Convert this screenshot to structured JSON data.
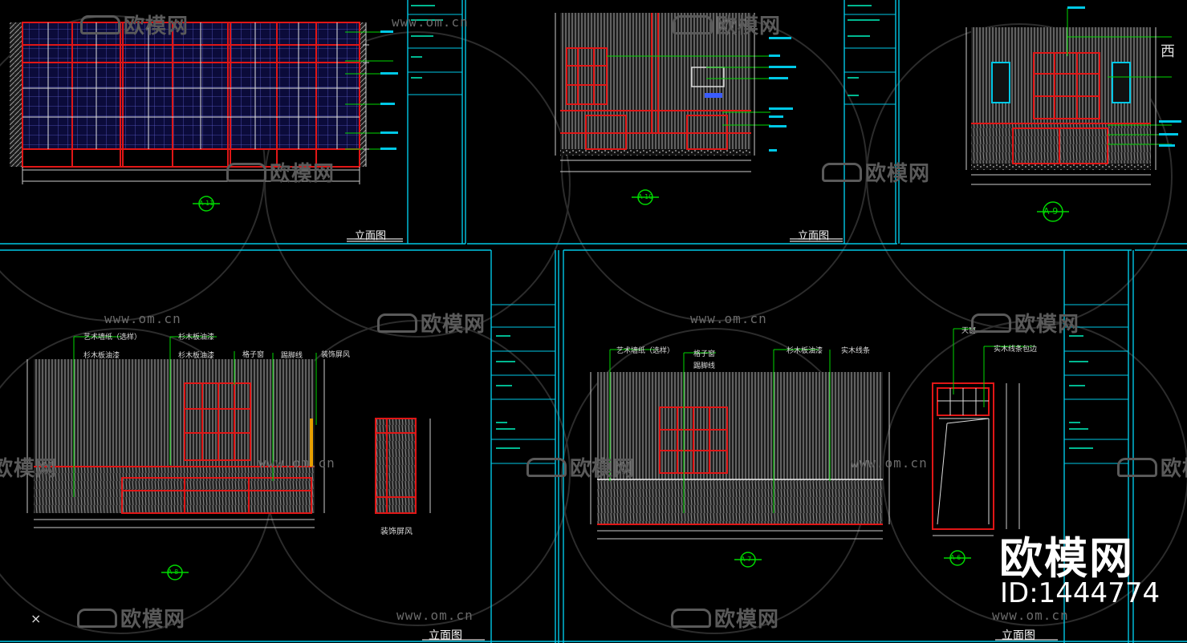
{
  "sheets": {
    "title": "立面图"
  },
  "elevation_tags": [
    "A-11",
    "A-10",
    "A-9",
    "A-8",
    "A-7",
    "A-6"
  ],
  "callouts": {
    "a8": [
      "艺术墙纸（选样）",
      "杉木板油漆",
      "杉木板油漆",
      "杉木板油漆",
      "格子窗",
      "踢脚线",
      "装饰屏风"
    ],
    "a8_screen_label": "装饰屏风",
    "a7": [
      "艺术墙纸（选样）",
      "格子窗",
      "踢脚线",
      "杉木板油漆",
      "实木线条"
    ],
    "a6": [
      "天窗",
      "实木线条包边"
    ]
  },
  "watermark": {
    "text": "欧模网",
    "url": "www.om.cn",
    "id": "ID:1444774",
    "corner_char": "西"
  },
  "colors": {
    "background": "#000000",
    "frame": "#00c8e6",
    "red_line": "#e01616",
    "wall_fill": "#9a9a9a",
    "green_leader": "#00d800",
    "white": "#ffffff",
    "blue_label": "#3a5cff"
  }
}
